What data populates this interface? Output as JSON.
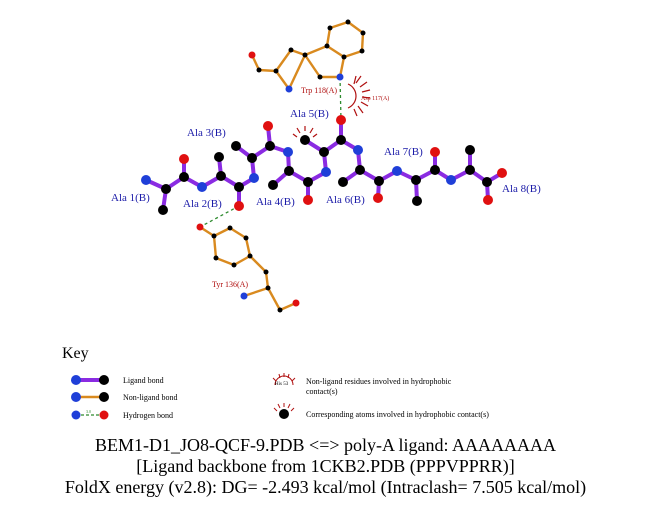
{
  "residue_labels": {
    "ala1": "Ala 1(B)",
    "ala2": "Ala 2(B)",
    "ala3": "Ala 3(B)",
    "ala4": "Ala 4(B)",
    "ala5": "Ala 5(B)",
    "ala6": "Ala 6(B)",
    "ala7": "Ala 7(B)",
    "ala8": "Ala 8(B)",
    "trp118": "Trp 118(A)",
    "tyr136": "Tyr 136(A)",
    "asp117": "Asp 117(A)"
  },
  "key": {
    "title": "Key",
    "ligand_bond": "Ligand bond",
    "nonligand_bond": "Non-ligand bond",
    "hydrogen_bond": "Hydrogen bond",
    "hbond_length_sample": "3.0",
    "hydrophobic_residues": "Non-ligand residues involved in hydrophobic",
    "hydrophobic_residues_2": "contact(s)",
    "hydrophobic_sample_label": "His 53",
    "hydrophobic_atoms": "Corresponding atoms involved in hydrophobic contact(s)"
  },
  "caption": {
    "line1": "BEM1-D1_JO8-QCF-9.PDB <=> poly-A ligand: AAAAAAAA",
    "line2": "[Ligand backbone from 1CKB2.PDB (PPPVPPRR)]",
    "line3": "FoldX energy (v2.8): DG= -2.493 kcal/mol (Intraclash= 7.505 kcal/mol)"
  },
  "colors": {
    "ligand_bond": "#8a2be2",
    "nonligand_bond": "#d98a1f",
    "hbond": "#2e8b2e",
    "carbon": "#000000",
    "nitrogen": "#1f3fd8",
    "oxygen": "#e01010",
    "residue_label": "#1a1aa8",
    "protein_label": "#b01010",
    "hydrophobic_arc": "#b01010"
  }
}
